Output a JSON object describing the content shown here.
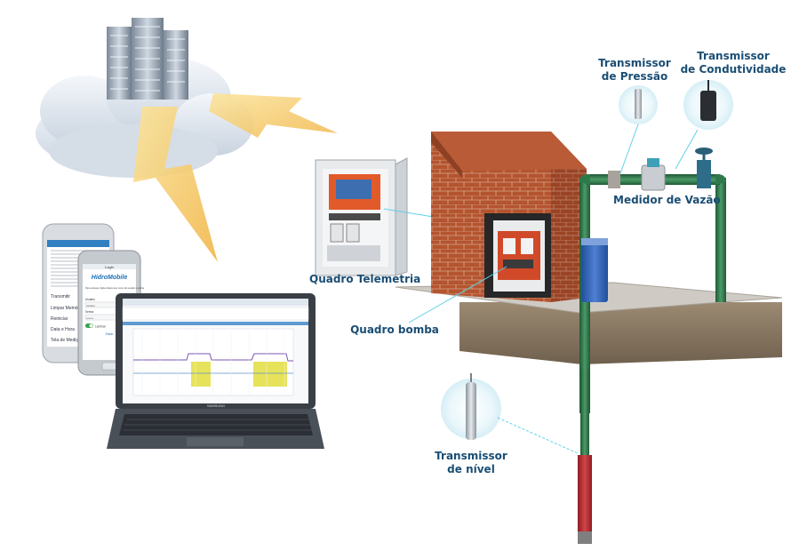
{
  "labels": {
    "transmissor_pressao": [
      "Transmissor",
      "de Pressão"
    ],
    "transmissor_condutividade": [
      "Transmissor",
      "de Condutividade"
    ],
    "medidor_vazao": "Medidor de Vazão",
    "quadro_telemetria": "Quadro  Telemetria",
    "quadro_bomba": "Quadro bomba",
    "transmissor_nivel": [
      "Transmissor",
      "de nível"
    ]
  },
  "phone_front": {
    "brand": "HidroMobile",
    "screen_title": "Login",
    "intro_text": "Para acessar, digite abaixo seu nome de usuário e senha:",
    "user_label": "Usuário",
    "user_value": "usuario",
    "password_label": "Senha",
    "password_value": "••••••••",
    "remember_label": "Lembrar",
    "submit_label": "Entrar"
  },
  "phone_back": {
    "menu_items": [
      "Transmitir",
      "Limpar Memória",
      "Reiniciar",
      "Data e Hora",
      "Tela de Medição"
    ]
  },
  "laptop": {
    "brand": "SAMSUNG"
  },
  "colors": {
    "label": "#1b4e74",
    "brick": "#b4552f",
    "pipe": "#2f7a4b",
    "leader": "#5fd0e8"
  }
}
